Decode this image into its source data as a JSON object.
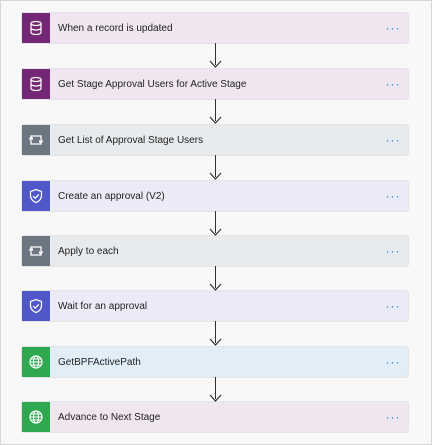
{
  "flow": {
    "steps": [
      {
        "label": "When a record is updated",
        "icon": "database-icon",
        "icon_color": "#742774",
        "card_color": "#efe6ef"
      },
      {
        "label": "Get Stage Approval Users for Active Stage",
        "icon": "database-icon",
        "icon_color": "#742774",
        "card_color": "#efe6ef"
      },
      {
        "label": "Get List of Approval Stage Users",
        "icon": "loop-icon",
        "icon_color": "#6b7680",
        "card_color": "#e8ebed"
      },
      {
        "label": "Create an approval (V2)",
        "icon": "approval-icon",
        "icon_color": "#4f57c9",
        "card_color": "#ebebf8"
      },
      {
        "label": "Apply to each",
        "icon": "loop-icon",
        "icon_color": "#6b7680",
        "card_color": "#e8ebed"
      },
      {
        "label": "Wait for an approval",
        "icon": "approval-icon",
        "icon_color": "#4f57c9",
        "card_color": "#ebebf8"
      },
      {
        "label": "GetBPFActivePath",
        "icon": "globe-icon",
        "icon_color": "#2fa84f",
        "card_color": "#e1eef8"
      },
      {
        "label": "Advance to Next Stage",
        "icon": "globe-icon",
        "icon_color": "#2fa84f",
        "card_color": "#efe6ef"
      }
    ],
    "more_label": "···"
  }
}
